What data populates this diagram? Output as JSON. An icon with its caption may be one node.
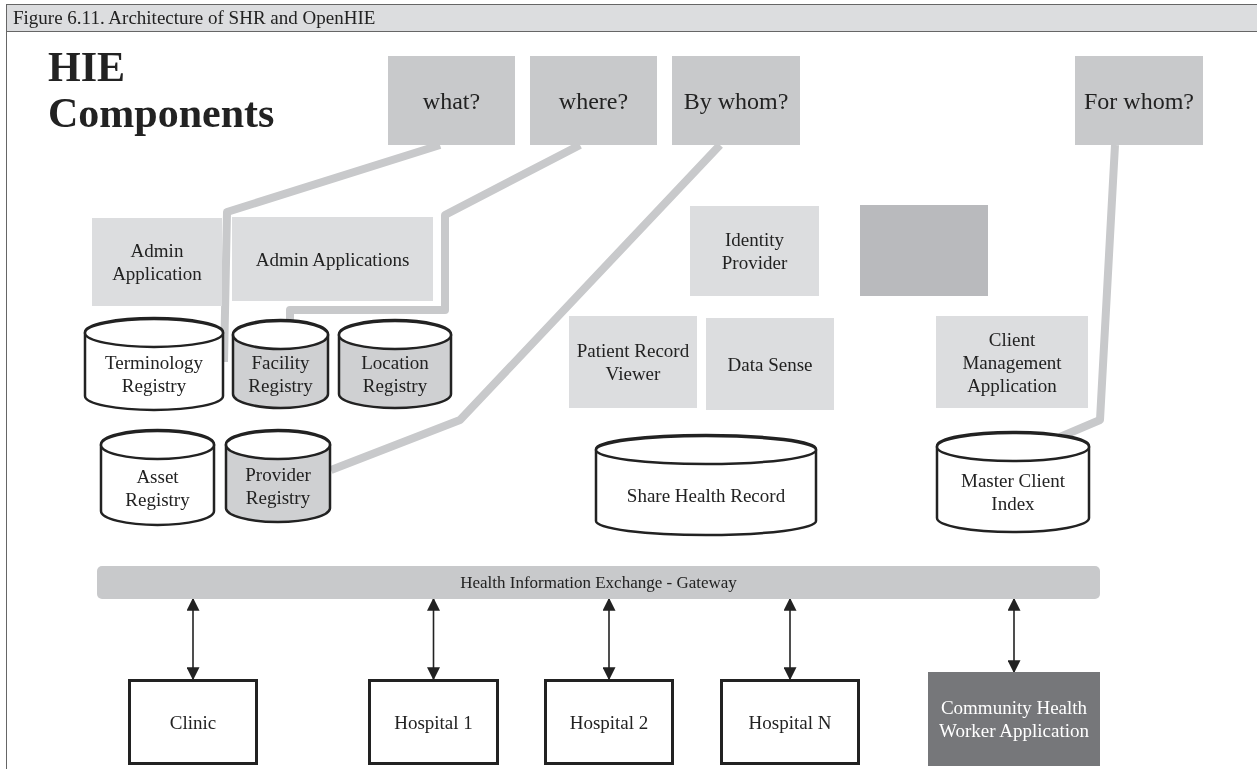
{
  "diagram": {
    "title": "Figure 6.11. Architecture of SHR and OpenHIE",
    "nodes": [
      {
        "text": [
          "what?"
        ]
      },
      {
        "text": [
          "where?"
        ]
      },
      {
        "text": [
          "By whom?"
        ]
      },
      {
        "text": [
          "For whom?"
        ]
      },
      {
        "text": [
          "Admin Application"
        ]
      },
      {
        "text": [
          "Admin Applications"
        ]
      },
      {
        "text": [
          "Identity Provider"
        ]
      },
      {
        "text": [],
        "shape": "box"
      },
      {
        "text": [
          "Terminology Registry"
        ]
      },
      {
        "text": [
          "Facility Registry"
        ]
      },
      {
        "text": [
          "Location Registry"
        ]
      },
      {
        "text": [
          "Patient Record Viewer"
        ]
      },
      {
        "text": [
          "Data Sense"
        ]
      },
      {
        "text": [
          "Client Management Application"
        ]
      },
      {
        "text": [
          "Asset Registry"
        ]
      },
      {
        "text": [
          "Provider Registry"
        ]
      },
      {
        "text": [
          "Share Health Record"
        ]
      },
      {
        "text": [
          "Master Client Index"
        ]
      },
      {
        "text": [
          "Health Information Exchange - Gateway"
        ]
      },
      {
        "text": [
          "Clinic"
        ]
      },
      {
        "text": [
          "Hospital 1"
        ]
      },
      {
        "text": [
          "Hospital 2"
        ]
      },
      {
        "text": [
          "Hospital N"
        ]
      },
      {
        "text": [
          "Community Health Worker Application"
        ]
      }
    ],
    "edges": [
      {
        "from": 0,
        "to": 8,
        "arrow": "none",
        "style": "thick",
        "color": "#c8c9cb"
      },
      {
        "from": 1,
        "to": 9,
        "arrow": "none",
        "style": "thick",
        "color": "#c8c9cb"
      },
      {
        "from": 2,
        "to": 15,
        "arrow": "none",
        "style": "thick",
        "color": "#c8c9cb"
      },
      {
        "from": 3,
        "to": 17,
        "arrow": "none",
        "style": "thick",
        "color": "#c8c9cb"
      },
      {
        "from": 18,
        "to": 19,
        "arrow": "both"
      },
      {
        "from": 18,
        "to": 20,
        "arrow": "both"
      },
      {
        "from": 18,
        "to": 21,
        "arrow": "both"
      },
      {
        "from": 18,
        "to": 22,
        "arrow": "both"
      },
      {
        "from": 18,
        "to": 23,
        "arrow": "both"
      }
    ],
    "labels": [
      "HIE Components"
    ]
  }
}
